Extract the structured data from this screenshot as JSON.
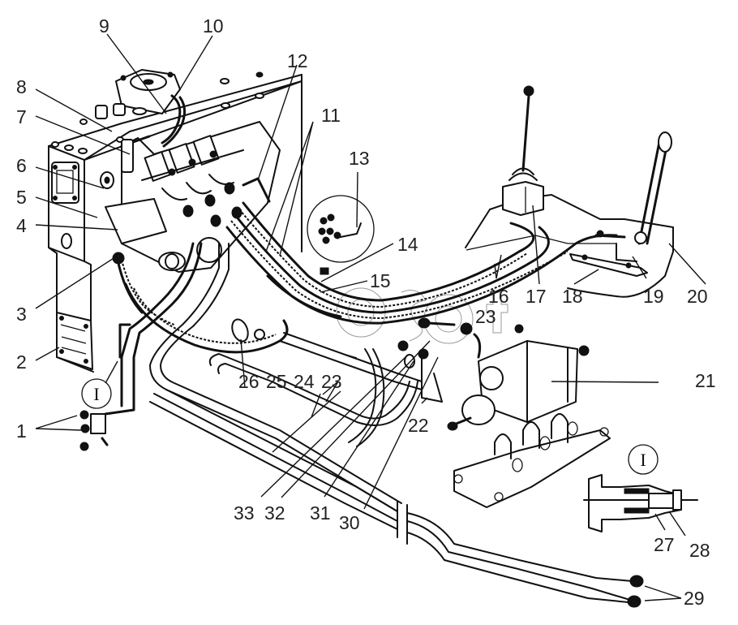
{
  "diagram": {
    "type": "technical assembly illustration",
    "subject": "hydraulic system: distributor valve block, control levers, hoses and lines, cylinder"
  },
  "callouts": [
    {
      "id": "1",
      "label": "1"
    },
    {
      "id": "2",
      "label": "2"
    },
    {
      "id": "3",
      "label": "3"
    },
    {
      "id": "4",
      "label": "4"
    },
    {
      "id": "5",
      "label": "5"
    },
    {
      "id": "6",
      "label": "6"
    },
    {
      "id": "7",
      "label": "7"
    },
    {
      "id": "8",
      "label": "8"
    },
    {
      "id": "9",
      "label": "9"
    },
    {
      "id": "10",
      "label": "10"
    },
    {
      "id": "11",
      "label": "11"
    },
    {
      "id": "12",
      "label": "12"
    },
    {
      "id": "13",
      "label": "13"
    },
    {
      "id": "14",
      "label": "14"
    },
    {
      "id": "15",
      "label": "15"
    },
    {
      "id": "16",
      "label": "16"
    },
    {
      "id": "17",
      "label": "17"
    },
    {
      "id": "18",
      "label": "18"
    },
    {
      "id": "19",
      "label": "19"
    },
    {
      "id": "20",
      "label": "20"
    },
    {
      "id": "21",
      "label": "21"
    },
    {
      "id": "22",
      "label": "22"
    },
    {
      "id": "23",
      "label": "23"
    },
    {
      "id": "23b",
      "label": "23"
    },
    {
      "id": "24",
      "label": "24"
    },
    {
      "id": "25",
      "label": "25"
    },
    {
      "id": "26",
      "label": "26"
    },
    {
      "id": "27",
      "label": "27"
    },
    {
      "id": "28",
      "label": "28"
    },
    {
      "id": "29",
      "label": "29"
    },
    {
      "id": "30",
      "label": "30"
    },
    {
      "id": "31",
      "label": "31"
    },
    {
      "id": "32",
      "label": "32"
    },
    {
      "id": "33",
      "label": "33"
    }
  ],
  "detail_markers": [
    {
      "id": "detail-left",
      "label": "I"
    },
    {
      "id": "detail-right",
      "label": "I"
    }
  ],
  "watermark": {
    "text": "Auto-Soft"
  }
}
